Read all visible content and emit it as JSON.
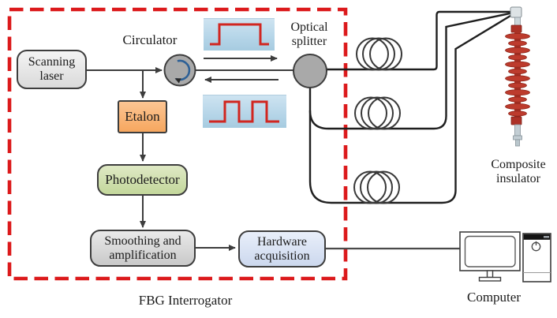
{
  "diagram": {
    "title": "FBG Interrogator",
    "boxes": {
      "scanning_laser": "Scanning laser",
      "etalon": "Etalon",
      "photodetector": "Photodetector",
      "smoothing": "Smoothing and amplification",
      "hardware": "Hardware acquisition"
    },
    "labels": {
      "circulator": "Circulator",
      "optical_splitter": "Optical splitter",
      "fbg_interrogator": "FBG Interrogator",
      "composite_insulator": "Composite insulator",
      "computer": "Computer"
    },
    "icons": {
      "circulator_icon": "gray circle with clockwise blue arrow",
      "optical_splitter_icon": "gray filled circle node",
      "forward_pulse_waveform_icon": "single red square pulse on blue panel",
      "return_pulse_waveform_icon": "double red square pulses on blue panel",
      "fiber_coil_icon": "three overlapping fiber loops (x3)",
      "composite_insulator_icon": "red sheds on vertical rod with metal end fittings",
      "monitor_icon": "desktop monitor with stand",
      "tower_icon": "PC tower with power button",
      "right_arrow_icon": "forward direction arrow",
      "left_arrow_icon": "return direction arrow"
    },
    "colors": {
      "dashed_border_red": "#dc1a1c",
      "waveform_red": "#d12620",
      "waveform_panel_blue": "#b5d5e8",
      "node_gray": "#a9a9a9",
      "circulator_arrow_blue": "#2d6096",
      "etalon_orange": "#f6a75f",
      "photodetector_green": "#c3d79b",
      "hardware_blue": "#ccd8ee",
      "box_gray": "#d9d9d9",
      "line_dark": "#3d3d3d",
      "insulator_red": "#bd3b2d"
    }
  }
}
